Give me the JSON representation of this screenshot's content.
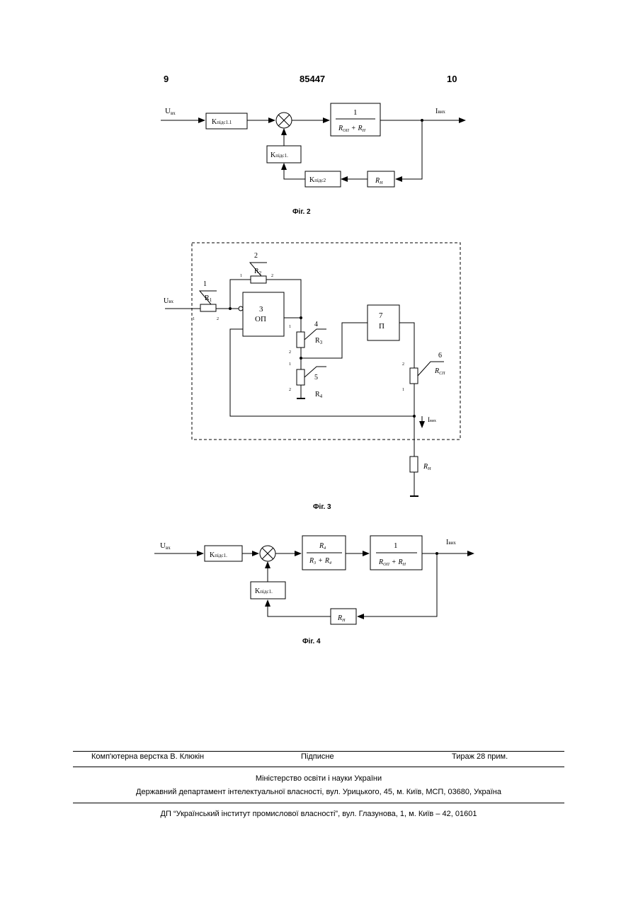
{
  "header": {
    "left_page": "9",
    "patent_number": "85447",
    "right_page": "10"
  },
  "fig2": {
    "caption": "Фіг. 2",
    "input": "U",
    "input_sub": "вх",
    "output": "I",
    "output_sub": "вих",
    "block_k1_main": "K",
    "block_k1_sub": "підс1.1",
    "block_kfb_main": "K",
    "block_kfb_sub": "підс1.",
    "block_k2_main": "K",
    "block_k2_sub": "підс2",
    "block_tf_num": "1",
    "block_tf_den_a": "R",
    "block_tf_den_a_sub": "ОП",
    "block_tf_plus": "+",
    "block_tf_den_b": "R",
    "block_tf_den_b_sub": "Н",
    "block_rn_main": "R",
    "block_rn_sub": "Н"
  },
  "fig3": {
    "caption": "Фіг. 3",
    "input": "U",
    "input_sub": "вх",
    "output": "I",
    "output_sub": "вих",
    "r1_num": "1",
    "r1_label": "R",
    "r1_sub": "1",
    "r1_pin1": "1",
    "r1_pin2": "2",
    "r2_num": "2",
    "r2_label": "R",
    "r2_sub": "2",
    "r2_pin1": "1",
    "r2_pin2": "2",
    "op_num": "3",
    "op_label": "ОП",
    "r3_num": "4",
    "r3_label": "R",
    "r3_sub": "3",
    "r3_pin1": "1",
    "r3_pin2": "2",
    "r4_num": "5",
    "r4_label": "R",
    "r4_sub": "4",
    "r4_pin1": "1",
    "r4_pin2": "2",
    "p_num": "7",
    "p_label": "П",
    "rsp_num": "6",
    "rsp_label": "R",
    "rsp_sub": "СП",
    "rsp_pin1": "2",
    "rsp_pin2": "1",
    "rn_label": "R",
    "rn_sub": "Н"
  },
  "fig4": {
    "caption": "Фіг. 4",
    "input": "U",
    "input_sub": "вх",
    "output": "I",
    "output_sub": "вих",
    "block_k1_main": "K",
    "block_k1_sub": "підс1.",
    "block_kfb_main": "K",
    "block_kfb_sub": "підс1.",
    "block_div_num": "R",
    "block_div_num_sub": "4",
    "block_div_den_a": "R",
    "block_div_den_a_sub": "3",
    "block_div_plus": "+",
    "block_div_den_b": "R",
    "block_div_den_b_sub": "4",
    "block_tf_num": "1",
    "block_tf_den_a": "R",
    "block_tf_den_a_sub": "ОП",
    "block_tf_plus": "+",
    "block_tf_den_b": "R",
    "block_tf_den_b_sub": "Н",
    "block_rn_main": "R",
    "block_rn_sub": "Н"
  },
  "footer": {
    "layout": "Комп'ютерна верстка В. Клюкін",
    "signed": "Підписне",
    "circulation": "Тираж 28 прим.",
    "ministry": "Міністерство освіти і науки України",
    "department": "Державний департамент інтелектуальної власності, вул. Урицького, 45, м. Київ, МСП, 03680, Україна",
    "institute": "ДП “Український інститут промислової власності”, вул. Глазунова, 1, м. Київ – 42, 01601"
  }
}
